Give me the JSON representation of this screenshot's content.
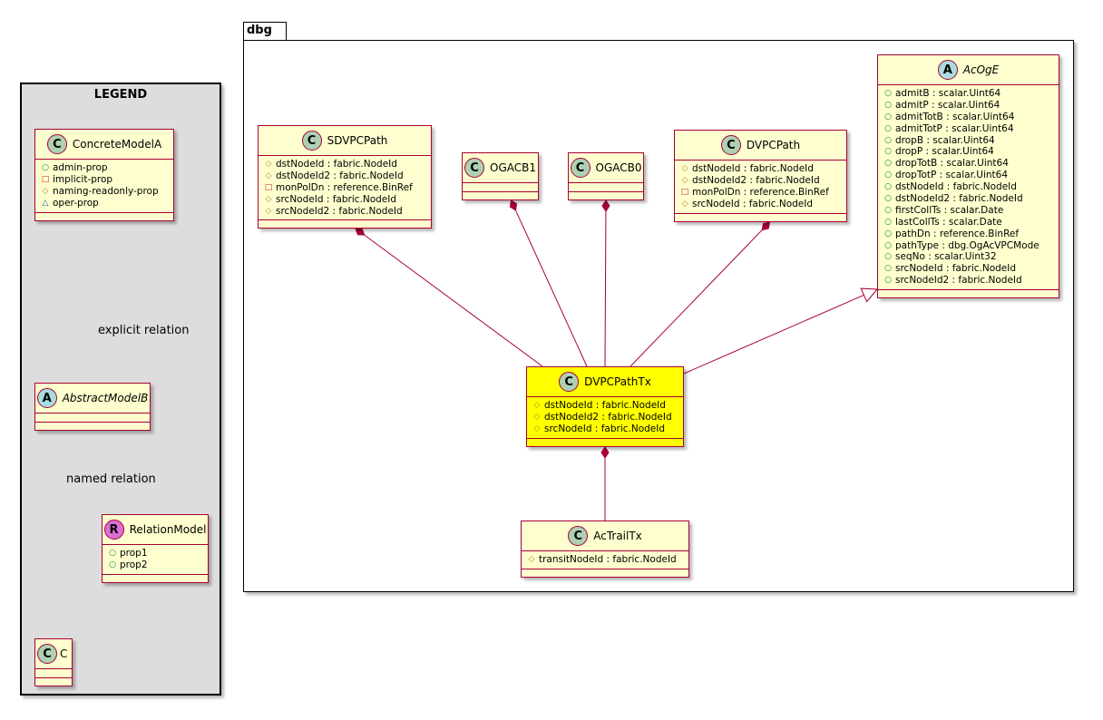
{
  "legend": {
    "title": "LEGEND",
    "concrete": {
      "badge": "C",
      "name": "ConcreteModelA",
      "attrs": [
        {
          "vis": "+",
          "text": "admin-prop"
        },
        {
          "vis": "-",
          "text": "implicit-prop"
        },
        {
          "vis": "#",
          "text": "naming-readonly-prop"
        },
        {
          "vis": "~",
          "text": "oper-prop"
        }
      ]
    },
    "abstract": {
      "badge": "A",
      "name": "AbstractModelB"
    },
    "relation": {
      "badge": "R",
      "name": "RelationModel",
      "attrs": [
        {
          "vis": "+",
          "text": "prop1"
        },
        {
          "vis": "+",
          "text": "prop2"
        }
      ]
    },
    "c": {
      "badge": "C",
      "name": "C"
    },
    "explicit_label": "explicit relation",
    "named_label": "named relation"
  },
  "package": {
    "name": "dbg",
    "classes": {
      "sdvpcpath": {
        "badge": "C",
        "name": "SDVPCPath",
        "attrs": [
          {
            "vis": "#",
            "text": "dstNodeId : fabric.NodeId"
          },
          {
            "vis": "#",
            "text": "dstNodeId2 : fabric.NodeId"
          },
          {
            "vis": "-",
            "text": "monPolDn : reference.BinRef"
          },
          {
            "vis": "#",
            "text": "srcNodeId : fabric.NodeId"
          },
          {
            "vis": "#",
            "text": "srcNodeId2 : fabric.NodeId"
          }
        ]
      },
      "ogacb1": {
        "badge": "C",
        "name": "OGACB1"
      },
      "ogacb0": {
        "badge": "C",
        "name": "OGACB0"
      },
      "dvpcpath": {
        "badge": "C",
        "name": "DVPCPath",
        "attrs": [
          {
            "vis": "#",
            "text": "dstNodeId : fabric.NodeId"
          },
          {
            "vis": "#",
            "text": "dstNodeId2 : fabric.NodeId"
          },
          {
            "vis": "-",
            "text": "monPolDn : reference.BinRef"
          },
          {
            "vis": "#",
            "text": "srcNodeId : fabric.NodeId"
          }
        ]
      },
      "acoge": {
        "badge": "A",
        "name": "AcOgE",
        "attrs": [
          {
            "vis": "+",
            "text": "admitB : scalar.Uint64"
          },
          {
            "vis": "+",
            "text": "admitP : scalar.Uint64"
          },
          {
            "vis": "+",
            "text": "admitTotB : scalar.Uint64"
          },
          {
            "vis": "+",
            "text": "admitTotP : scalar.Uint64"
          },
          {
            "vis": "+",
            "text": "dropB : scalar.Uint64"
          },
          {
            "vis": "+",
            "text": "dropP : scalar.Uint64"
          },
          {
            "vis": "+",
            "text": "dropTotB : scalar.Uint64"
          },
          {
            "vis": "+",
            "text": "dropTotP : scalar.Uint64"
          },
          {
            "vis": "+",
            "text": "dstNodeId : fabric.NodeId"
          },
          {
            "vis": "+",
            "text": "dstNodeId2 : fabric.NodeId"
          },
          {
            "vis": "+",
            "text": "firstCollTs : scalar.Date"
          },
          {
            "vis": "+",
            "text": "lastCollTs : scalar.Date"
          },
          {
            "vis": "+",
            "text": "pathDn : reference.BinRef"
          },
          {
            "vis": "+",
            "text": "pathType : dbg.OgAcVPCMode"
          },
          {
            "vis": "+",
            "text": "seqNo : scalar.Uint32"
          },
          {
            "vis": "+",
            "text": "srcNodeId : fabric.NodeId"
          },
          {
            "vis": "+",
            "text": "srcNodeId2 : fabric.NodeId"
          }
        ]
      },
      "dvpcpathtx": {
        "badge": "C",
        "name": "DVPCPathTx",
        "attrs": [
          {
            "vis": "#",
            "text": "dstNodeId : fabric.NodeId"
          },
          {
            "vis": "#",
            "text": "dstNodeId2 : fabric.NodeId"
          },
          {
            "vis": "#",
            "text": "srcNodeId : fabric.NodeId"
          }
        ]
      },
      "actrailtx": {
        "badge": "C",
        "name": "AcTrailTx",
        "attrs": [
          {
            "vis": "#",
            "text": "transitNodeId : fabric.NodeId"
          }
        ]
      }
    }
  },
  "colors": {
    "class_fill": "#fefece",
    "class_border": "#a80036",
    "highlight_fill": "#ffff00",
    "legend_fill": "#dddddd",
    "badge_class": "#add1b2",
    "badge_abstract": "#a9dcdf",
    "badge_relation": "#da70d6",
    "vis_public": "#038048",
    "vis_private": "#c82930",
    "vis_protected": "#b38d22",
    "vis_package": "#1963a0"
  }
}
